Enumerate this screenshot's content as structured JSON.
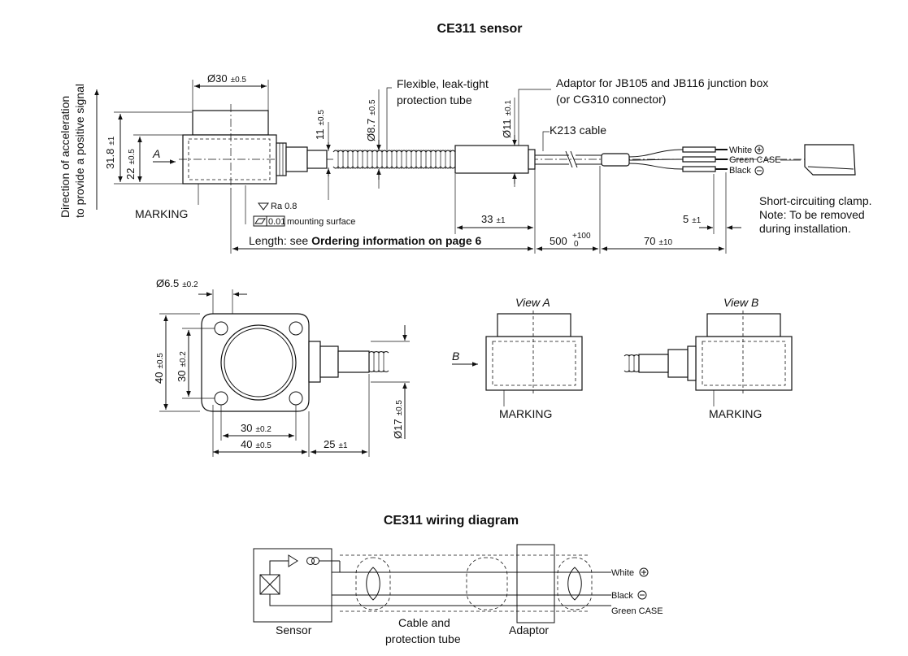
{
  "titles": {
    "sensor": "CE311 sensor",
    "wiring": "CE311 wiring diagram"
  },
  "side_view": {
    "direction_line1": "Direction of acceleration",
    "direction_line2": "to provide a positive signal",
    "dia30": "Ø30",
    "dia30_tol": "±0.5",
    "h318": "31.8",
    "h318_tol": "±1",
    "h22": "22",
    "h22_tol": "±0.5",
    "view_a": "A",
    "marking": "MARKING",
    "ra": "Ra 0.8",
    "flatness": "0.01",
    "mounting_surface": "mounting surface",
    "d11": "11",
    "d11_tol": "±0.5",
    "d87": "Ø8.7",
    "d87_tol": "±0.5",
    "tube_label_line1": "Flexible, leak-tight",
    "tube_label_line2": "protection tube",
    "adaptor_line1": "Adaptor for JB105 and JB116 junction box",
    "adaptor_line2": "(or CG310 connector)",
    "d11b": "Ø11",
    "d11b_tol": "±0.1",
    "cable": "K213 cable",
    "white": "White",
    "green_case": "Green CASE",
    "black": "Black",
    "clamp_line1": "Short-circuiting clamp.",
    "clamp_line2": "Note: To be removed",
    "clamp_line3": "during installation.",
    "d33": "33",
    "d33_tol": "±1",
    "d5": "5",
    "d5_tol": "±1",
    "length_prefix": "Length: see ",
    "length_bold": "Ordering information on page 6",
    "d500": "500",
    "d500_tol_up": "+100",
    "d500_tol_low": "0",
    "d70": "70",
    "d70_tol": "±10"
  },
  "top_view": {
    "hole": "Ø6.5",
    "hole_tol": "±0.2",
    "h40": "40",
    "h40_tol": "±0.5",
    "h30": "30",
    "h30_tol": "±0.2",
    "w30": "30",
    "w30_tol": "±0.2",
    "w40": "40",
    "w40_tol": "±0.5",
    "w25": "25",
    "w25_tol": "±1",
    "d17": "Ø17",
    "d17_tol": "±0.5"
  },
  "views": {
    "view_a": "View A",
    "view_b": "View B",
    "b_arrow": "B",
    "marking_a": "MARKING",
    "marking_b": "MARKING"
  },
  "wiring": {
    "sensor": "Sensor",
    "cable_line1": "Cable and",
    "cable_line2": "protection tube",
    "adaptor": "Adaptor",
    "white": "White",
    "black": "Black",
    "green_case": "Green CASE",
    "plus": "+",
    "minus": "−"
  }
}
